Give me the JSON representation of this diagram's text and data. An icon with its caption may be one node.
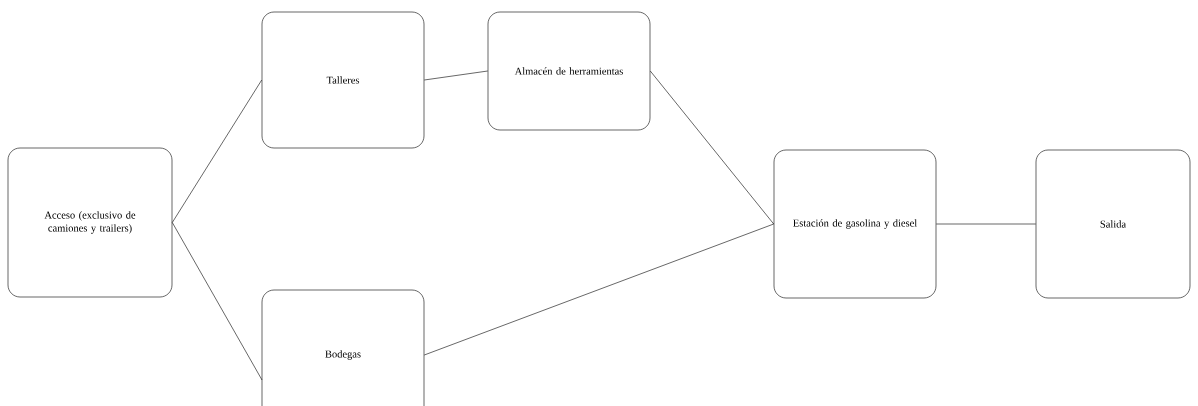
{
  "diagram": {
    "nodes": [
      {
        "text": [
          "Acceso (exclusivo de camiones y trailers)"
        ]
      },
      {
        "text": [
          "Talleres"
        ]
      },
      {
        "text": [
          "Almacén de herramientas"
        ]
      },
      {
        "text": [
          "Estación de gasolina y diesel"
        ]
      },
      {
        "text": [
          "Salida"
        ]
      },
      {
        "text": [
          "Bodegas"
        ]
      }
    ],
    "edges": [
      {
        "from": 0,
        "to": 1,
        "arrow": "none"
      },
      {
        "from": 0,
        "to": 5,
        "arrow": "none"
      },
      {
        "from": 1,
        "to": 2,
        "arrow": "none"
      },
      {
        "from": 2,
        "to": 3,
        "arrow": "none"
      },
      {
        "from": 5,
        "to": 3,
        "arrow": "none"
      },
      {
        "from": 3,
        "to": 4,
        "arrow": "none"
      }
    ]
  }
}
